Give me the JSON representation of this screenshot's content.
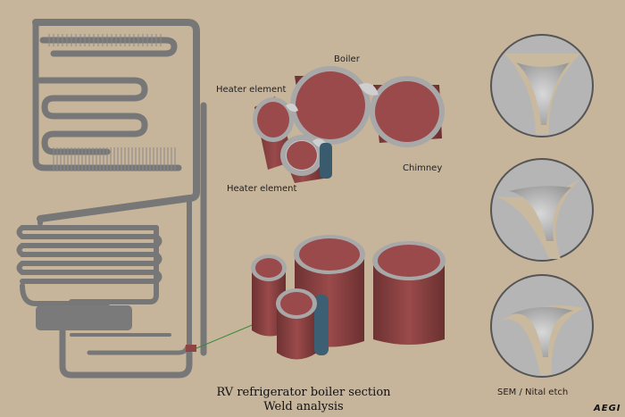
{
  "labels": {
    "boiler": "Boiler",
    "heater_top": "Heater element",
    "chimney": "Chimney",
    "heater_bottom": "Heater element",
    "sem": "SEM / Nital etch"
  },
  "caption": {
    "line1": "RV refrigerator boiler section",
    "line2": "Weld analysis"
  },
  "logo": "AEGI",
  "colors": {
    "background": "#c6b49b",
    "pipe": "#777777",
    "tube_outer": "#8e4444",
    "tube_inner": "#a25151",
    "metal": "#c8c8c8",
    "leader_line": "#3a8a3a"
  }
}
